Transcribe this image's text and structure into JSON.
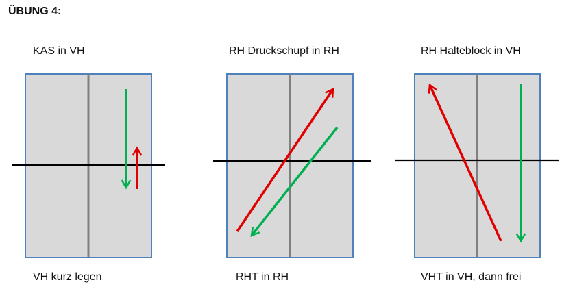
{
  "title": "ÜBUNG 4:",
  "panels": [
    {
      "top_label": "KAS in VH",
      "bottom_label": "VH kurz legen"
    },
    {
      "top_label": "RH Druckschupf in RH",
      "bottom_label": "RHT in RH"
    },
    {
      "top_label": "RH Halteblock in VH",
      "bottom_label": "VHT in VH, dann frei"
    }
  ],
  "colors": {
    "panel_fill": "#d9d9d9",
    "panel_border": "#4f81bd",
    "divider": "#808080",
    "line": "#000000",
    "arrow_red": "#e00000",
    "arrow_green": "#00b050"
  }
}
